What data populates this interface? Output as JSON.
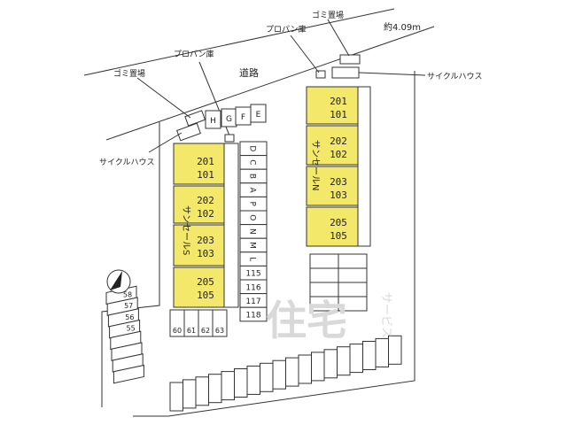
{
  "labels": {
    "road": "道路",
    "road_width": "約4.09m",
    "gomi_left": "ゴミ置場",
    "gomi_right": "ゴミ置場",
    "propane_left": "プロパン庫",
    "propane_right": "プロパン庫",
    "cycle_left": "サイクルハウス",
    "cycle_right": "サイクルハウス",
    "bldg_s_name": "サンセールS",
    "bldg_n_name": "サンセールN",
    "watermark": "住宅",
    "watermark_sub": "サービス"
  },
  "building_s_units": [
    [
      "201",
      "101"
    ],
    [
      "202",
      "102"
    ],
    [
      "203",
      "103"
    ],
    [
      "205",
      "105"
    ]
  ],
  "building_n_units": [
    [
      "201",
      "101"
    ],
    [
      "202",
      "102"
    ],
    [
      "203",
      "103"
    ],
    [
      "205",
      "105"
    ]
  ],
  "small_buildings": [
    "H",
    "G",
    "F",
    "E"
  ],
  "parking_column": [
    "D",
    "C",
    "B",
    "A",
    "P",
    "O",
    "N",
    "M",
    "L",
    "115",
    "116",
    "117",
    "118"
  ],
  "parking_bottom_row": [
    "60",
    "61",
    "62",
    "63"
  ],
  "parking_left": [
    "58",
    "57",
    "56",
    "55"
  ],
  "colors": {
    "building_fill": "#f3e86a",
    "line": "#333333",
    "watermark": "#d9d9d9"
  }
}
